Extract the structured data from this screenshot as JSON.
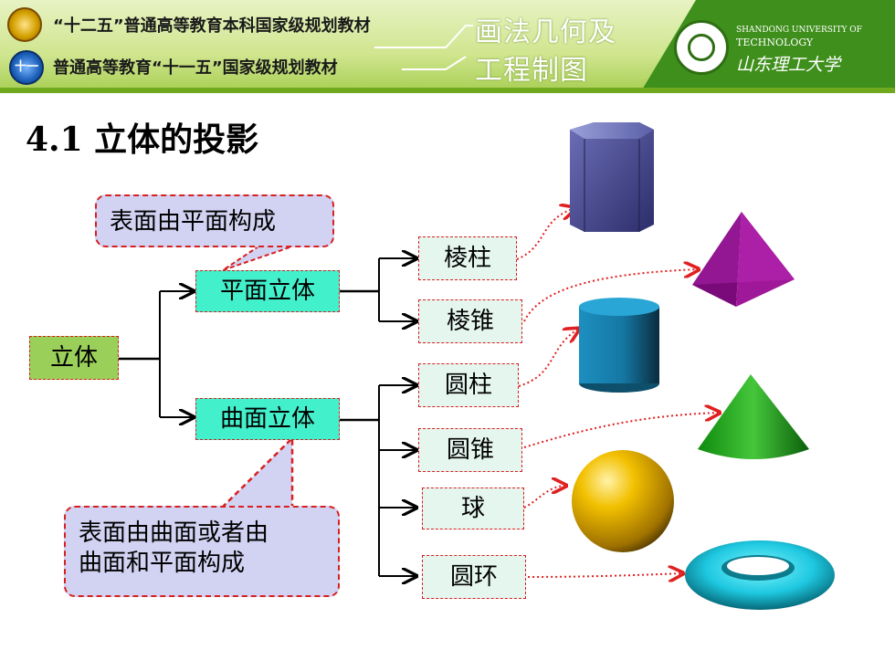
{
  "header": {
    "line1": "“十二五”普通高等教育本科国家级规划教材",
    "line2": "普通高等教育“十一五”国家级规划教材",
    "course_line1": "画法几何及",
    "course_line2": "工程制图",
    "university_en_1": "SHANDONG UNIVERSITY OF",
    "university_en_2": "TECHNOLOGY",
    "university_cn": "山东理工大学",
    "logo2_text": "十一五"
  },
  "slide": {
    "title": "4.1 立体的投影"
  },
  "diagram": {
    "root": "立体",
    "branch_plane": "平面立体",
    "branch_curved": "曲面立体",
    "leaf_prism": "棱柱",
    "leaf_pyramid": "棱锥",
    "leaf_cylinder": "圆柱",
    "leaf_cone": "圆锥",
    "leaf_sphere": "球",
    "leaf_torus": "圆环",
    "callout_plane": "表面由平面构成",
    "callout_curved_1": "表面由曲面或者由",
    "callout_curved_2": "曲面和平面构成"
  },
  "colors": {
    "arrow_red": "#e02020",
    "root_fill": "#9ad05a",
    "branch_fill": "#43f0cc",
    "leaf_fill": "#e5f6ef",
    "callout_fill": "#d2d2f2",
    "header_green": "#6faa1e"
  },
  "shapes": [
    "prism-icon",
    "pyramid-icon",
    "cylinder-icon",
    "cone-icon",
    "sphere-icon",
    "torus-icon"
  ]
}
